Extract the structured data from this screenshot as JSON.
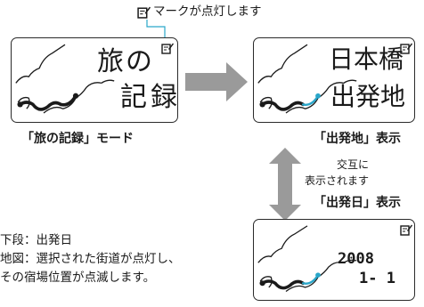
{
  "callout_top": "マークが点灯します",
  "screen1": {
    "line1": "旅の",
    "line2": "記録"
  },
  "screen2": {
    "line1": "日本橋",
    "line2": "出発地"
  },
  "screen3": {
    "year": "2008",
    "date": "1- 1"
  },
  "label_record_mode": "「旅の記録」モード",
  "label_departure_place": "「出発地」表示",
  "label_alternate_1": "交互に",
  "label_alternate_2": "表示されます",
  "label_departure_date": "「出発日」表示",
  "notes": {
    "line1": "下段：出発日",
    "line2": "地図：選択された街道が点灯し、",
    "line3": "その宿場位置が点滅します。"
  },
  "colors": {
    "ink": "#1a1a1a",
    "arrow": "#9a9a9a",
    "route_lit": "#2aa6c9",
    "route": "#1a1a1a"
  },
  "icons": [
    "memo-icon"
  ]
}
